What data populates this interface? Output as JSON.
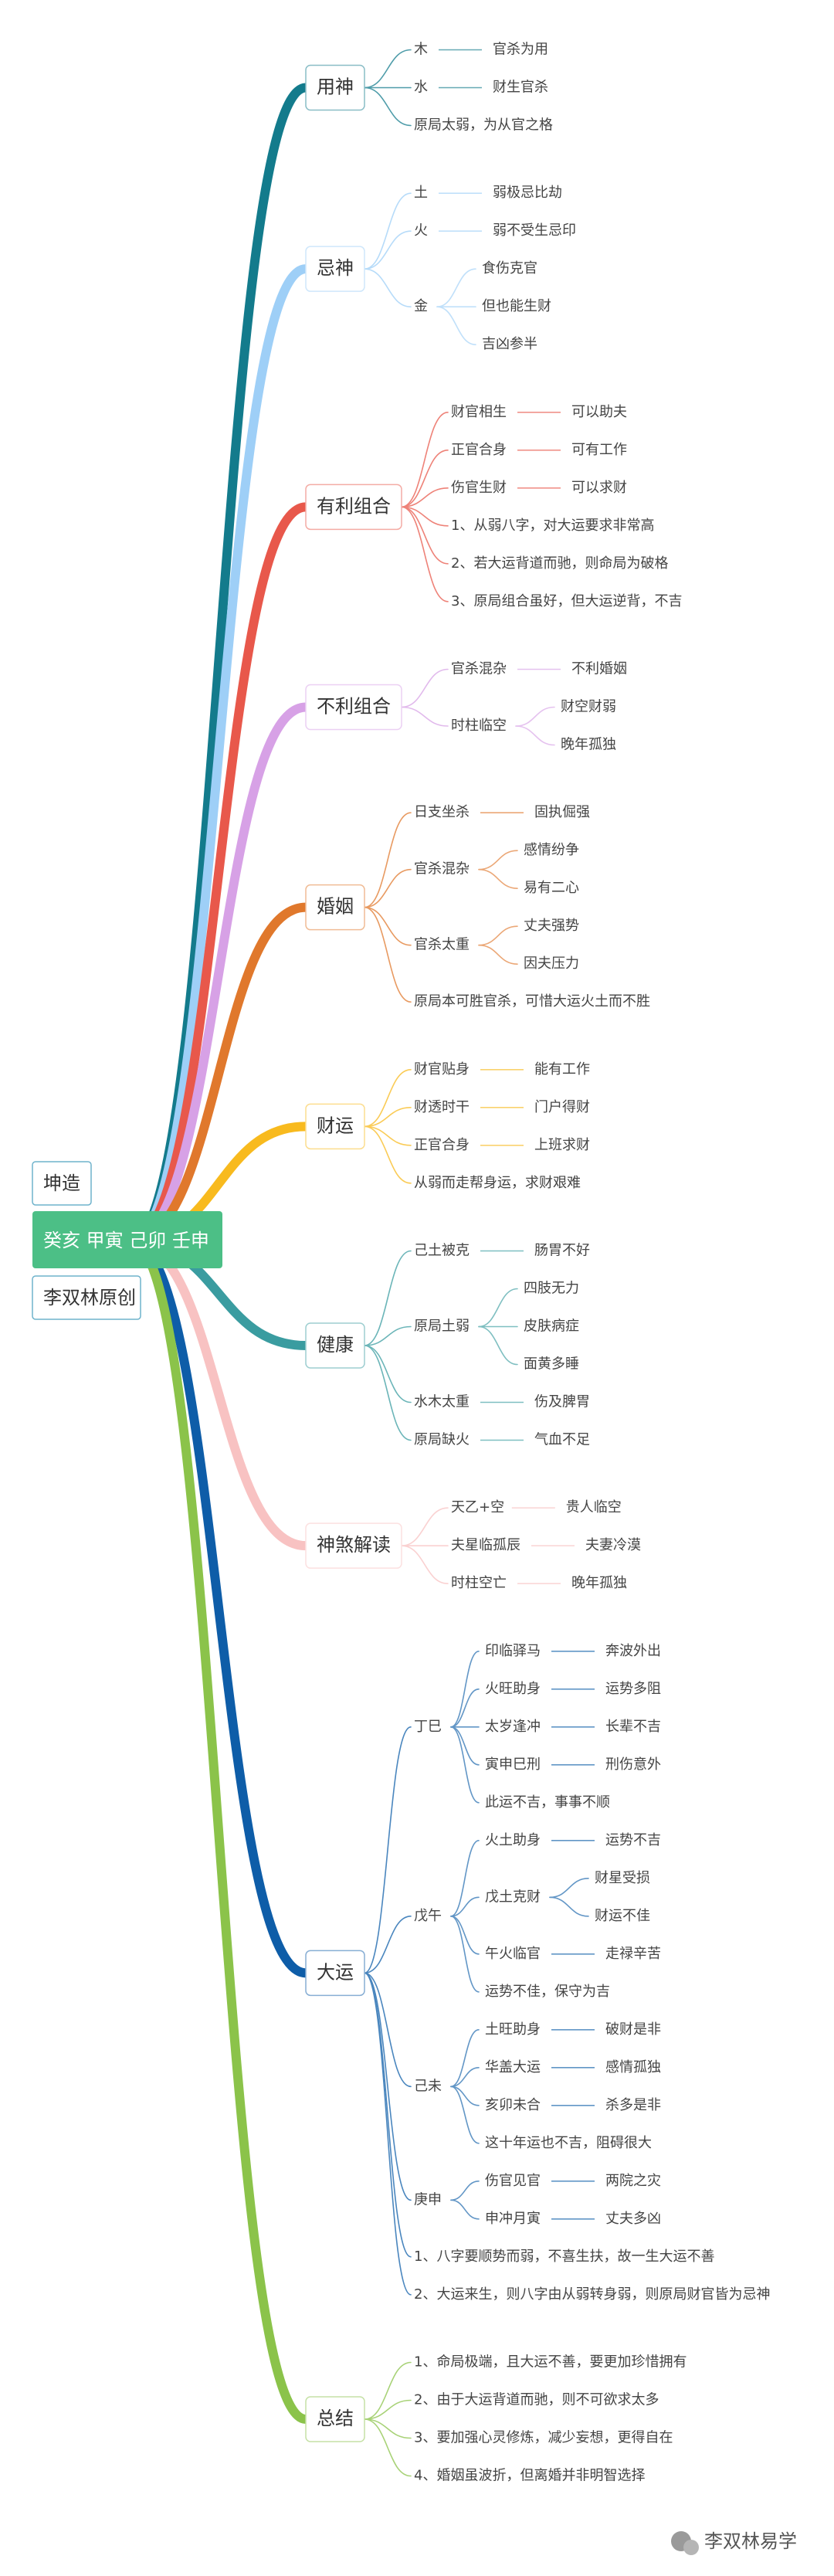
{
  "tags": {
    "top": "坤造",
    "bottom": "李双林原创"
  },
  "root": {
    "label": "癸亥 甲寅 己卯 壬申",
    "color": "#4CBF86"
  },
  "watermark": "李双林易学",
  "branches": [
    {
      "label": "用神",
      "color": "#137B8C",
      "children": [
        {
          "label": "木",
          "children": [
            "官杀为用"
          ]
        },
        {
          "label": "水",
          "children": [
            "财生官杀"
          ]
        },
        {
          "label": "原局太弱，为从官之格"
        }
      ]
    },
    {
      "label": "忌神",
      "color": "#9ECFF7",
      "children": [
        {
          "label": "土",
          "children": [
            "弱极忌比劫"
          ]
        },
        {
          "label": "火",
          "children": [
            "弱不受生忌印"
          ]
        },
        {
          "label": "金",
          "children": [
            "食伤克官",
            "但也能生财",
            "吉凶参半"
          ]
        }
      ]
    },
    {
      "label": "有利组合",
      "color": "#E8584B",
      "children": [
        {
          "label": "财官相生",
          "children": [
            "可以助夫"
          ]
        },
        {
          "label": "正官合身",
          "children": [
            "可有工作"
          ]
        },
        {
          "label": "伤官生财",
          "children": [
            "可以求财"
          ]
        },
        {
          "label": "1、从弱八字，对大运要求非常高"
        },
        {
          "label": "2、若大运背道而驰，则命局为破格"
        },
        {
          "label": "3、原局组合虽好，但大运逆背，不吉"
        }
      ]
    },
    {
      "label": "不利组合",
      "color": "#D7A1E6",
      "children": [
        {
          "label": "官杀混杂",
          "children": [
            "不利婚姻"
          ]
        },
        {
          "label": "时柱临空",
          "children": [
            "财空财弱",
            "晚年孤独"
          ]
        }
      ]
    },
    {
      "label": "婚姻",
      "color": "#E0782C",
      "children": [
        {
          "label": "日支坐杀",
          "children": [
            "固执倔强"
          ]
        },
        {
          "label": "官杀混杂",
          "children": [
            "感情纷争",
            "易有二心"
          ]
        },
        {
          "label": "官杀太重",
          "children": [
            "丈夫强势",
            "因夫压力"
          ]
        },
        {
          "label": "原局本可胜官杀，可惜大运火土而不胜"
        }
      ]
    },
    {
      "label": "财运",
      "color": "#F8BA1E",
      "children": [
        {
          "label": "财官贴身",
          "children": [
            "能有工作"
          ]
        },
        {
          "label": "财透时干",
          "children": [
            "门户得财"
          ]
        },
        {
          "label": "正官合身",
          "children": [
            "上班求财"
          ]
        },
        {
          "label": "从弱而走帮身运，求财艰难"
        }
      ]
    },
    {
      "label": "健康",
      "color": "#3A9CA0",
      "children": [
        {
          "label": "己土被克",
          "children": [
            "肠胃不好"
          ]
        },
        {
          "label": "原局土弱",
          "children": [
            "四肢无力",
            "皮肤病症",
            "面黄多睡"
          ]
        },
        {
          "label": "水木太重",
          "children": [
            "伤及脾胃"
          ]
        },
        {
          "label": "原局缺火",
          "children": [
            "气血不足"
          ]
        }
      ]
    },
    {
      "label": "神煞解读",
      "color": "#F8C2C2",
      "children": [
        {
          "label": "天乙+空",
          "children": [
            "贵人临空"
          ]
        },
        {
          "label": "夫星临孤辰",
          "children": [
            "夫妻冷漠"
          ]
        },
        {
          "label": "时柱空亡",
          "children": [
            "晚年孤独"
          ]
        }
      ]
    },
    {
      "label": "大运",
      "color": "#0E5DA8",
      "children": [
        {
          "label": "丁巳",
          "children": [
            {
              "label": "印临驿马",
              "children": [
                "奔波外出"
              ]
            },
            {
              "label": "火旺助身",
              "children": [
                "运势多阻"
              ]
            },
            {
              "label": "太岁逢冲",
              "children": [
                "长辈不吉"
              ]
            },
            {
              "label": "寅申巳刑",
              "children": [
                "刑伤意外"
              ]
            },
            {
              "label": "此运不吉，事事不顺"
            }
          ]
        },
        {
          "label": "戊午",
          "children": [
            {
              "label": "火土助身",
              "children": [
                "运势不吉"
              ]
            },
            {
              "label": "戊土克财",
              "children": [
                "财星受损",
                "财运不佳"
              ]
            },
            {
              "label": "午火临官",
              "children": [
                "走禄辛苦"
              ]
            },
            {
              "label": "运势不佳，保守为吉"
            }
          ]
        },
        {
          "label": "己未",
          "children": [
            {
              "label": "土旺助身",
              "children": [
                "破财是非"
              ]
            },
            {
              "label": "华盖大运",
              "children": [
                "感情孤独"
              ]
            },
            {
              "label": "亥卯未合",
              "children": [
                "杀多是非"
              ]
            },
            {
              "label": "这十年运也不吉，阻碍很大"
            }
          ]
        },
        {
          "label": "庚申",
          "children": [
            {
              "label": "伤官见官",
              "children": [
                "两院之灾"
              ]
            },
            {
              "label": "申冲月寅",
              "children": [
                "丈夫多凶"
              ]
            }
          ]
        },
        {
          "label": "1、八字要顺势而弱，不喜生扶，故一生大运不善"
        },
        {
          "label": "2、大运来生，则八字由从弱转身弱，则原局财官皆为忌神"
        }
      ]
    },
    {
      "label": "总结",
      "color": "#8BC34A",
      "children": [
        {
          "label": "1、命局极端，且大运不善，要更加珍惜拥有"
        },
        {
          "label": "2、由于大运背道而驰，则不可欲求太多"
        },
        {
          "label": "3、要加强心灵修炼，减少妄想，更得自在"
        },
        {
          "label": "4、婚姻虽波折，但离婚并非明智选择"
        }
      ]
    }
  ]
}
